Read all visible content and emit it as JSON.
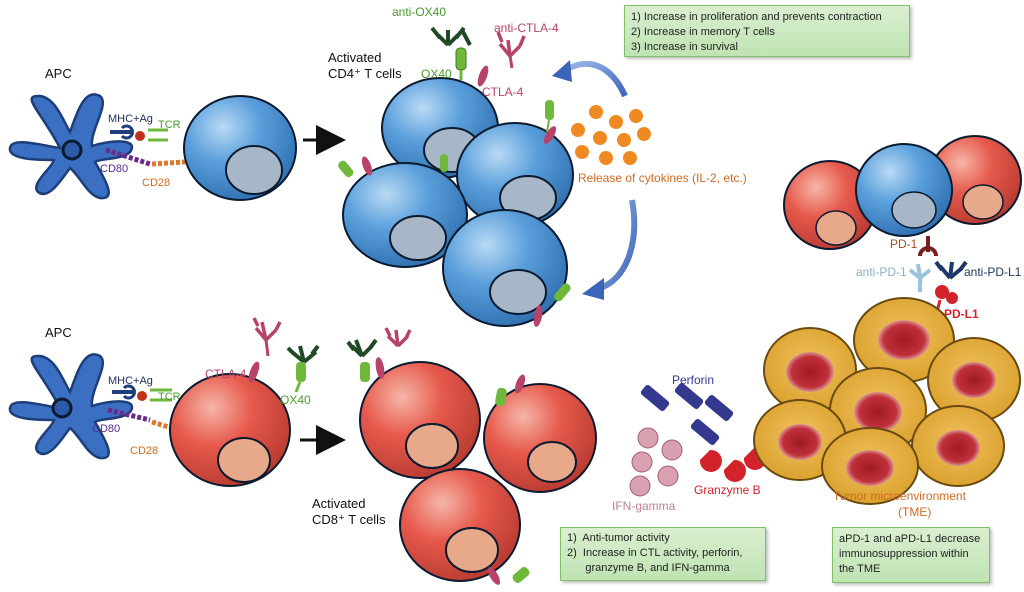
{
  "labels": {
    "apc_top": "APC",
    "apc_bottom": "APC",
    "mhc_ag_top": "MHC+Ag",
    "mhc_ag_bottom": "MHC+Ag",
    "tcr_top": "TCR",
    "tcr_bottom": "TCR",
    "cd80_top": "CD80",
    "cd80_bottom": "CD80",
    "cd28_top": "CD28",
    "cd28_bottom": "CD28",
    "activated_cd4_line1": "Activated",
    "activated_cd4_line2": "CD4⁺ T cells",
    "activated_cd8_line1": "Activated",
    "activated_cd8_line2": "CD8⁺ T cells",
    "anti_ox40_top": "anti-OX40",
    "ox40_top": "OX40",
    "anti_ctla4_top": "anti-CTLA-4",
    "ctla4_top": "CTLA-4",
    "ctla4_bottom": "CTLA-4",
    "ox40_bottom": "OX40",
    "cytokines": "Release of cytokines (IL-2, etc.)",
    "perforin": "Perforin",
    "ifn_gamma": "IFN-gamma",
    "granzyme_b": "Granzyme B",
    "pd1": "PD-1",
    "anti_pd1": "anti-PD-1",
    "anti_pdl1": "anti-PD-L1",
    "pdl1": "PD-L1",
    "tme_line1": "Tumor microenvironment",
    "tme_line2": "(TME)"
  },
  "boxes": {
    "cd4_effects": [
      "1) Increase in proliferation and prevents contraction",
      "2) Increase in memory T cells",
      "3) Increase in survival"
    ],
    "cd8_effects": [
      "1)  Anti-tumor activity",
      "2)  Increase in CTL activity, perforin,",
      "      granzyme B, and IFN-gamma"
    ],
    "tme_effect": [
      "aPD-1 and aPD-L1 decrease",
      "immunosuppression within",
      "the TME"
    ]
  },
  "colors": {
    "apc": "#3b6fc1",
    "cd4_cell": "#4a8fd1",
    "cd8_cell": "#e0564a",
    "nucleus_blue": "#a8b7c8",
    "nucleus_red": "#e8a88a",
    "tumor_cell": "#e0a832",
    "tumor_nucleus": "#b0202a",
    "ox40_green": "#6fb83a",
    "anti_ox40": "#1f4a25",
    "ctla4": "#b8426a",
    "cytokine": "#ef8a22",
    "perforin": "#34388f",
    "ifn": "#d9a0b0",
    "granzyme": "#d2222a",
    "cd28": "#e0762a",
    "cd80": "#6a2a8a",
    "pd1": "#7a1f1f",
    "anti_pd1": "#9ac4dc",
    "anti_pdl1": "#1f3a6a",
    "pdl1": "#d2222a"
  }
}
